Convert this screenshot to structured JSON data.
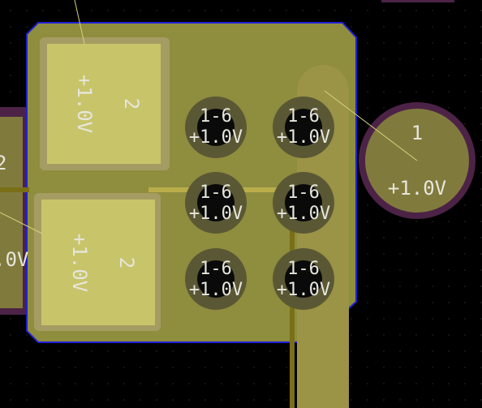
{
  "colors": {
    "background": "#000000",
    "zone_fill": "#8f8d3e",
    "zone_outline": "#1f1fd8",
    "copper": "#9b9345",
    "pad_smd": "#c8c46a",
    "pad_border": "#a59c63",
    "via_ring": "#5a5834",
    "via_hole": "#0a0a0a",
    "through_pad_ring": "#4c2346",
    "through_pad_fill": "#807b3d",
    "ratsnest": "#d6d27a",
    "text": "#e6e6dc",
    "trace_dark": "#7a6f16"
  },
  "pads": {
    "smd_top": {
      "number": "2",
      "net": "+1.0V"
    },
    "smd_bottom": {
      "number": "2",
      "net": "+1.0V"
    },
    "left_edge": {
      "number": "2",
      "net": ".0V"
    },
    "through_hole": {
      "number": "1",
      "net": "+1.0V"
    }
  },
  "vias": [
    {
      "pins": "1-6",
      "net": "+1.0V"
    },
    {
      "pins": "1-6",
      "net": "+1.0V"
    },
    {
      "pins": "1-6",
      "net": "+1.0V"
    },
    {
      "pins": "1-6",
      "net": "+1.0V"
    },
    {
      "pins": "1-6",
      "net": "+1.0V"
    },
    {
      "pins": "1-6",
      "net": "+1.0V"
    }
  ]
}
